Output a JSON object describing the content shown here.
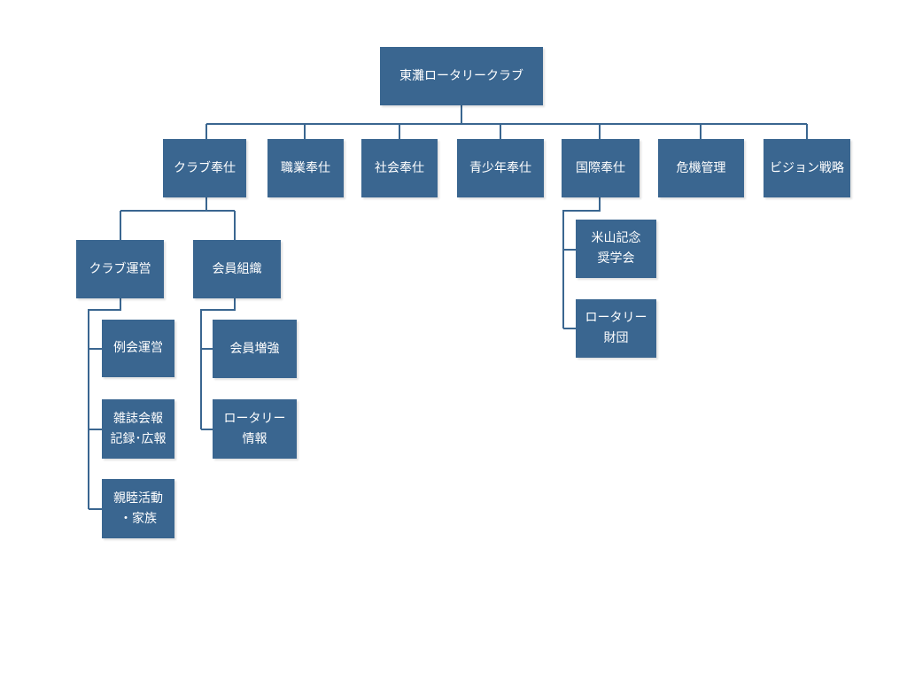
{
  "colors": {
    "node_fill": "#3a6690",
    "node_text": "#ffffff",
    "connector": "#3a6690",
    "background": "#ffffff"
  },
  "root": {
    "label": "東灘ロータリークラブ"
  },
  "committees": [
    {
      "label": "クラブ奉仕",
      "children": [
        {
          "label": "クラブ運営",
          "children": [
            {
              "label": "例会運営"
            },
            {
              "label": "雑誌会報\n記録･広報"
            },
            {
              "label": "親睦活動\n・家族"
            }
          ]
        },
        {
          "label": "会員組織",
          "children": [
            {
              "label": "会員増強"
            },
            {
              "label": "ロータリー\n情報"
            }
          ]
        }
      ]
    },
    {
      "label": "職業奉仕"
    },
    {
      "label": "社会奉仕"
    },
    {
      "label": "青少年奉仕"
    },
    {
      "label": "国際奉仕",
      "children": [
        {
          "label": "米山記念\n奨学会"
        },
        {
          "label": "ロータリー\n財団"
        }
      ]
    },
    {
      "label": "危機管理"
    },
    {
      "label": "ビジョン戦略"
    }
  ]
}
